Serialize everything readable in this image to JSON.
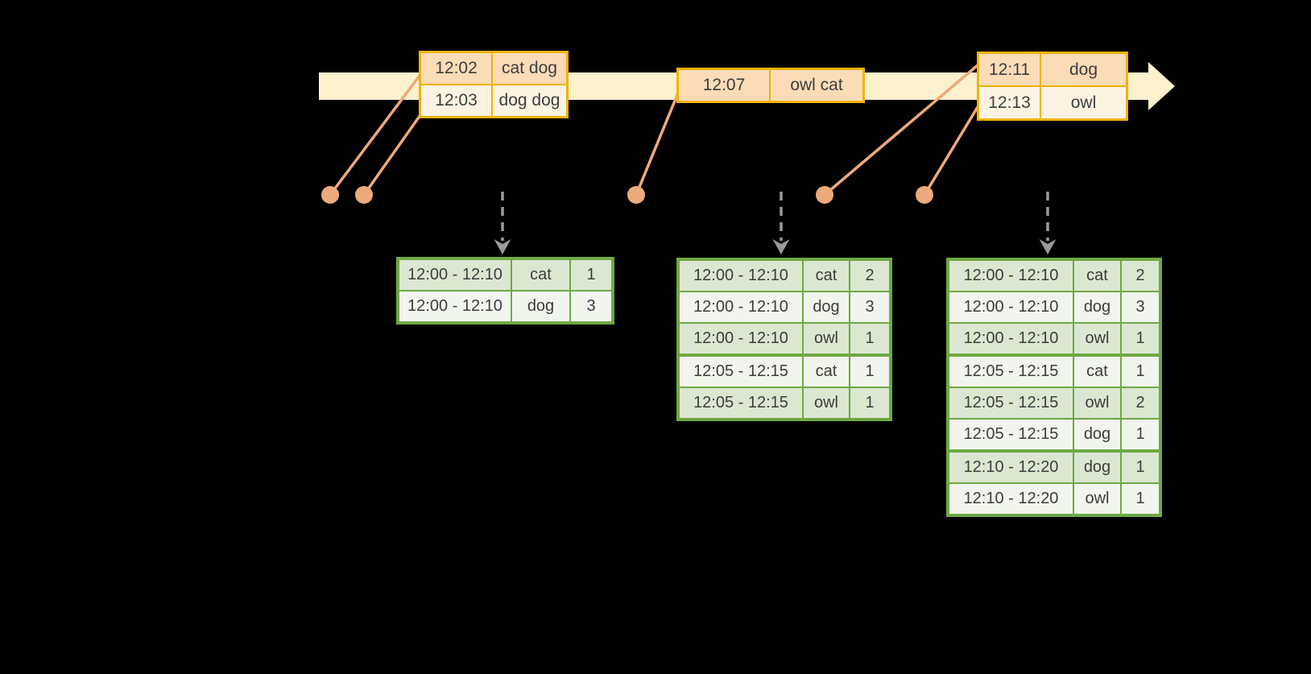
{
  "colors": {
    "bg": "#000000",
    "bar": "#fbf1cd",
    "event_border": "#f0b203",
    "event_dark": "#fbdcb6",
    "event_light": "#fdf3e3",
    "connector": "#edaa7c",
    "trigger": "#9a9a9a",
    "green_border": "#6fa944",
    "green_dark": "#dce7d2",
    "green_light": "#f1f5ed",
    "ink": "#3d3d3d"
  },
  "icons": {
    "timeline_arrow": "right-pointing-block-arrow",
    "event_dot": "filled-circle-marker",
    "trigger_arrow": "gray-dashed-down-arrow"
  },
  "input_tables": [
    {
      "rows": [
        {
          "time": "12:02",
          "words": "cat dog"
        },
        {
          "time": "12:03",
          "words": "dog dog"
        }
      ]
    },
    {
      "rows": [
        {
          "time": "12:07",
          "words": "owl cat"
        }
      ]
    },
    {
      "rows": [
        {
          "time": "12:11",
          "words": "dog"
        },
        {
          "time": "12:13",
          "words": "owl"
        }
      ]
    }
  ],
  "result_tables": [
    {
      "rows": [
        {
          "window": "12:00 - 12:10",
          "word": "cat",
          "count": "1"
        },
        {
          "window": "12:00 - 12:10",
          "word": "dog",
          "count": "3"
        }
      ]
    },
    {
      "rows": [
        {
          "window": "12:00 - 12:10",
          "word": "cat",
          "count": "2"
        },
        {
          "window": "12:00 - 12:10",
          "word": "dog",
          "count": "3"
        },
        {
          "window": "12:00 - 12:10",
          "word": "owl",
          "count": "1"
        },
        {
          "window": "12:05 - 12:15",
          "word": "cat",
          "count": "1",
          "group_start": true
        },
        {
          "window": "12:05 - 12:15",
          "word": "owl",
          "count": "1"
        }
      ]
    },
    {
      "rows": [
        {
          "window": "12:00 - 12:10",
          "word": "cat",
          "count": "2"
        },
        {
          "window": "12:00 - 12:10",
          "word": "dog",
          "count": "3"
        },
        {
          "window": "12:00 - 12:10",
          "word": "owl",
          "count": "1"
        },
        {
          "window": "12:05 - 12:15",
          "word": "cat",
          "count": "1",
          "group_start": true
        },
        {
          "window": "12:05 - 12:15",
          "word": "owl",
          "count": "2"
        },
        {
          "window": "12:05 - 12:15",
          "word": "dog",
          "count": "1"
        },
        {
          "window": "12:10 - 12:20",
          "word": "dog",
          "count": "1",
          "group_start": true
        },
        {
          "window": "12:10 - 12:20",
          "word": "owl",
          "count": "1"
        }
      ]
    }
  ]
}
